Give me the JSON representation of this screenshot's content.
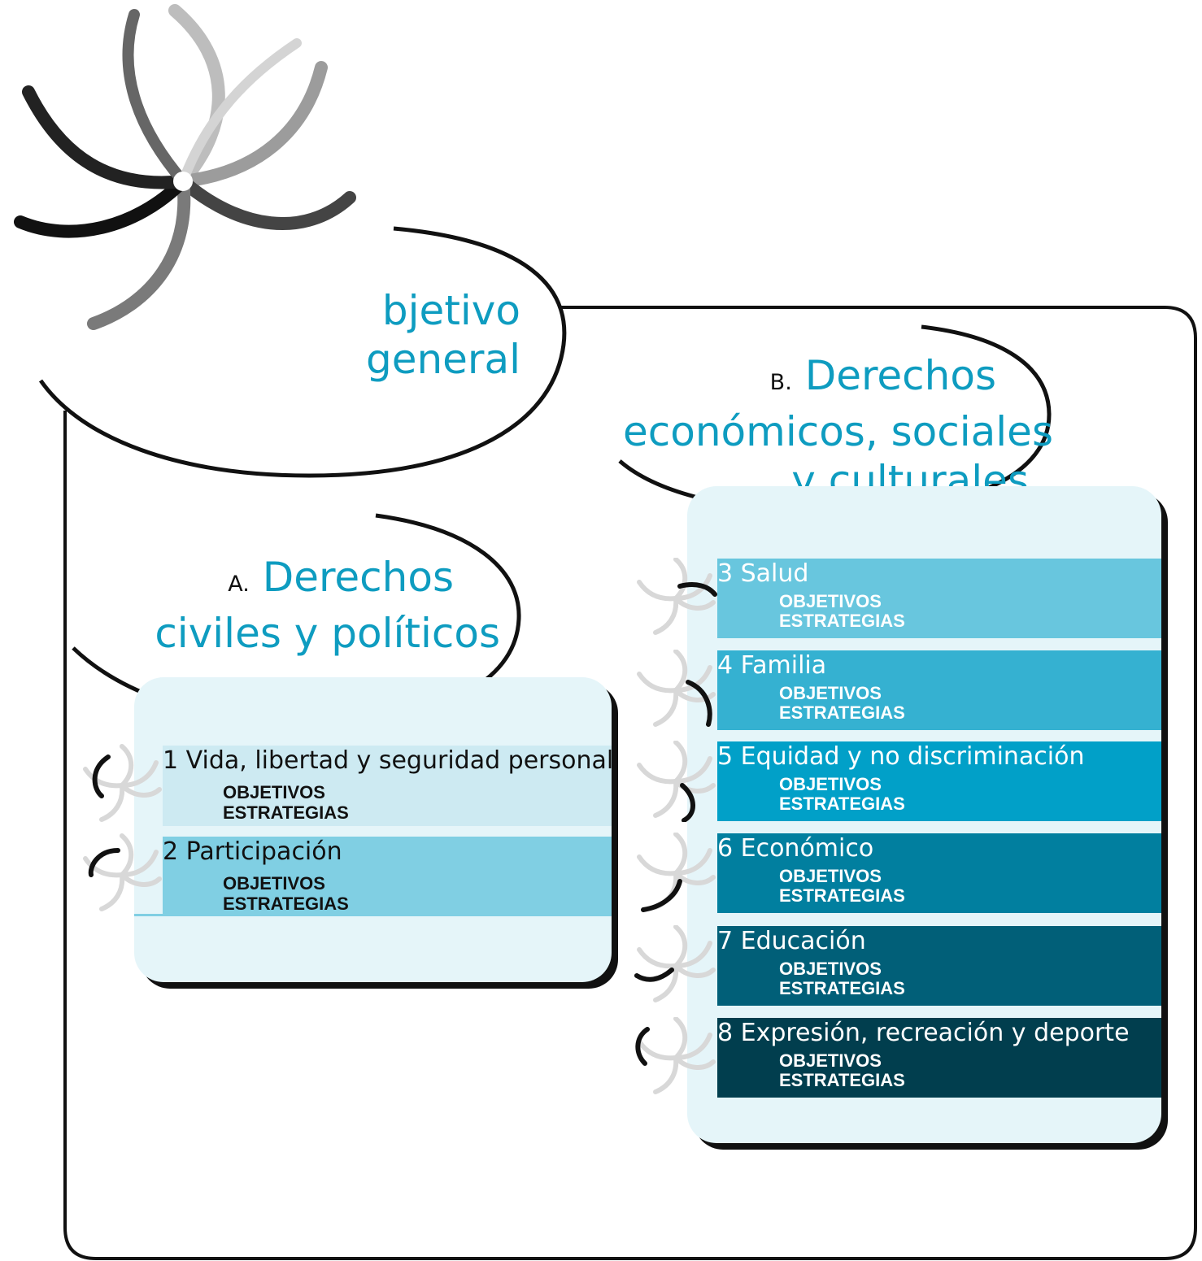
{
  "general": {
    "title_line1": "bjetivo",
    "title_line2": "general"
  },
  "section_a": {
    "letter": "A.",
    "title_line1": "Derechos",
    "title_line2": "civiles y políticos",
    "items": [
      {
        "label": "1 Vida, libertad y seguridad personal",
        "sub1": "OBJETIVOS",
        "sub2": "ESTRATEGIAS"
      },
      {
        "label": "2 Participación",
        "sub1": "OBJETIVOS",
        "sub2": "ESTRATEGIAS"
      }
    ]
  },
  "section_b": {
    "letter": "B.",
    "title_line1": "Derechos",
    "title_line2": "económicos, sociales",
    "title_line3": "y culturales",
    "items": [
      {
        "label": "3 Salud",
        "sub1": "OBJETIVOS",
        "sub2": "ESTRATEGIAS"
      },
      {
        "label": "4 Familia",
        "sub1": "OBJETIVOS",
        "sub2": "ESTRATEGIAS"
      },
      {
        "label": "5 Equidad y no discriminación",
        "sub1": "OBJETIVOS",
        "sub2": "ESTRATEGIAS"
      },
      {
        "label": "6 Económico",
        "sub1": "OBJETIVOS",
        "sub2": "ESTRATEGIAS"
      },
      {
        "label": "7 Educación",
        "sub1": "OBJETIVOS",
        "sub2": "ESTRATEGIAS"
      },
      {
        "label": "8 Expresión, recreación y deporte",
        "sub1": "OBJETIVOS",
        "sub2": "ESTRATEGIAS"
      }
    ]
  },
  "colors": {
    "heading": "#0e9cc0",
    "row_1": "#cdeaf2",
    "row_2": "#80cfe3",
    "row_3": "#68c6de",
    "row_4": "#35b1d1",
    "row_5": "#01a0c8",
    "row_6": "#017f9f",
    "row_7": "#015f78",
    "row_8": "#013e4e"
  },
  "icons": [
    "swirl-logo-icon",
    "swirl-bullet-icon"
  ]
}
